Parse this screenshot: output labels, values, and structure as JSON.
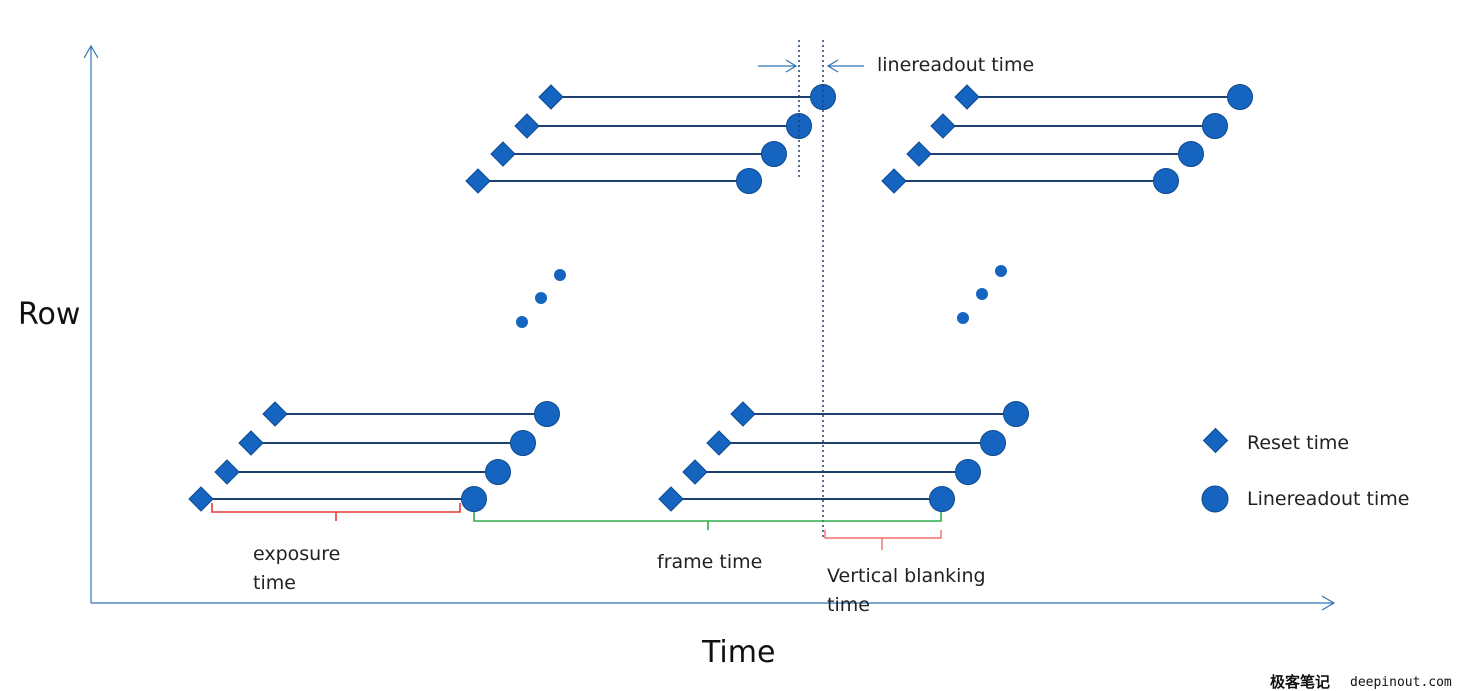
{
  "axes": {
    "y_label": "Row",
    "x_label": "Time"
  },
  "labels": {
    "linereadout_top": "linereadout time",
    "exposure_1": "exposure",
    "exposure_2": "time",
    "frame_time": "frame time",
    "vblank_1": "Vertical blanking",
    "vblank_2": "time"
  },
  "legend": {
    "reset": "Reset time",
    "readout": "Linereadout time"
  },
  "watermark": {
    "cn": "极客笔记",
    "url": "deepinout.com"
  },
  "colors": {
    "shape": "#1565C0",
    "shape_stroke": "#0D4A8F",
    "line": "#1F3F6E",
    "axis": "#2E75B6",
    "exposure_brace": "#E53935",
    "frame_brace": "#2EAD4B",
    "vblank_brace": "#EF5350"
  },
  "icons": {
    "reset": "diamond",
    "readout": "circle"
  }
}
